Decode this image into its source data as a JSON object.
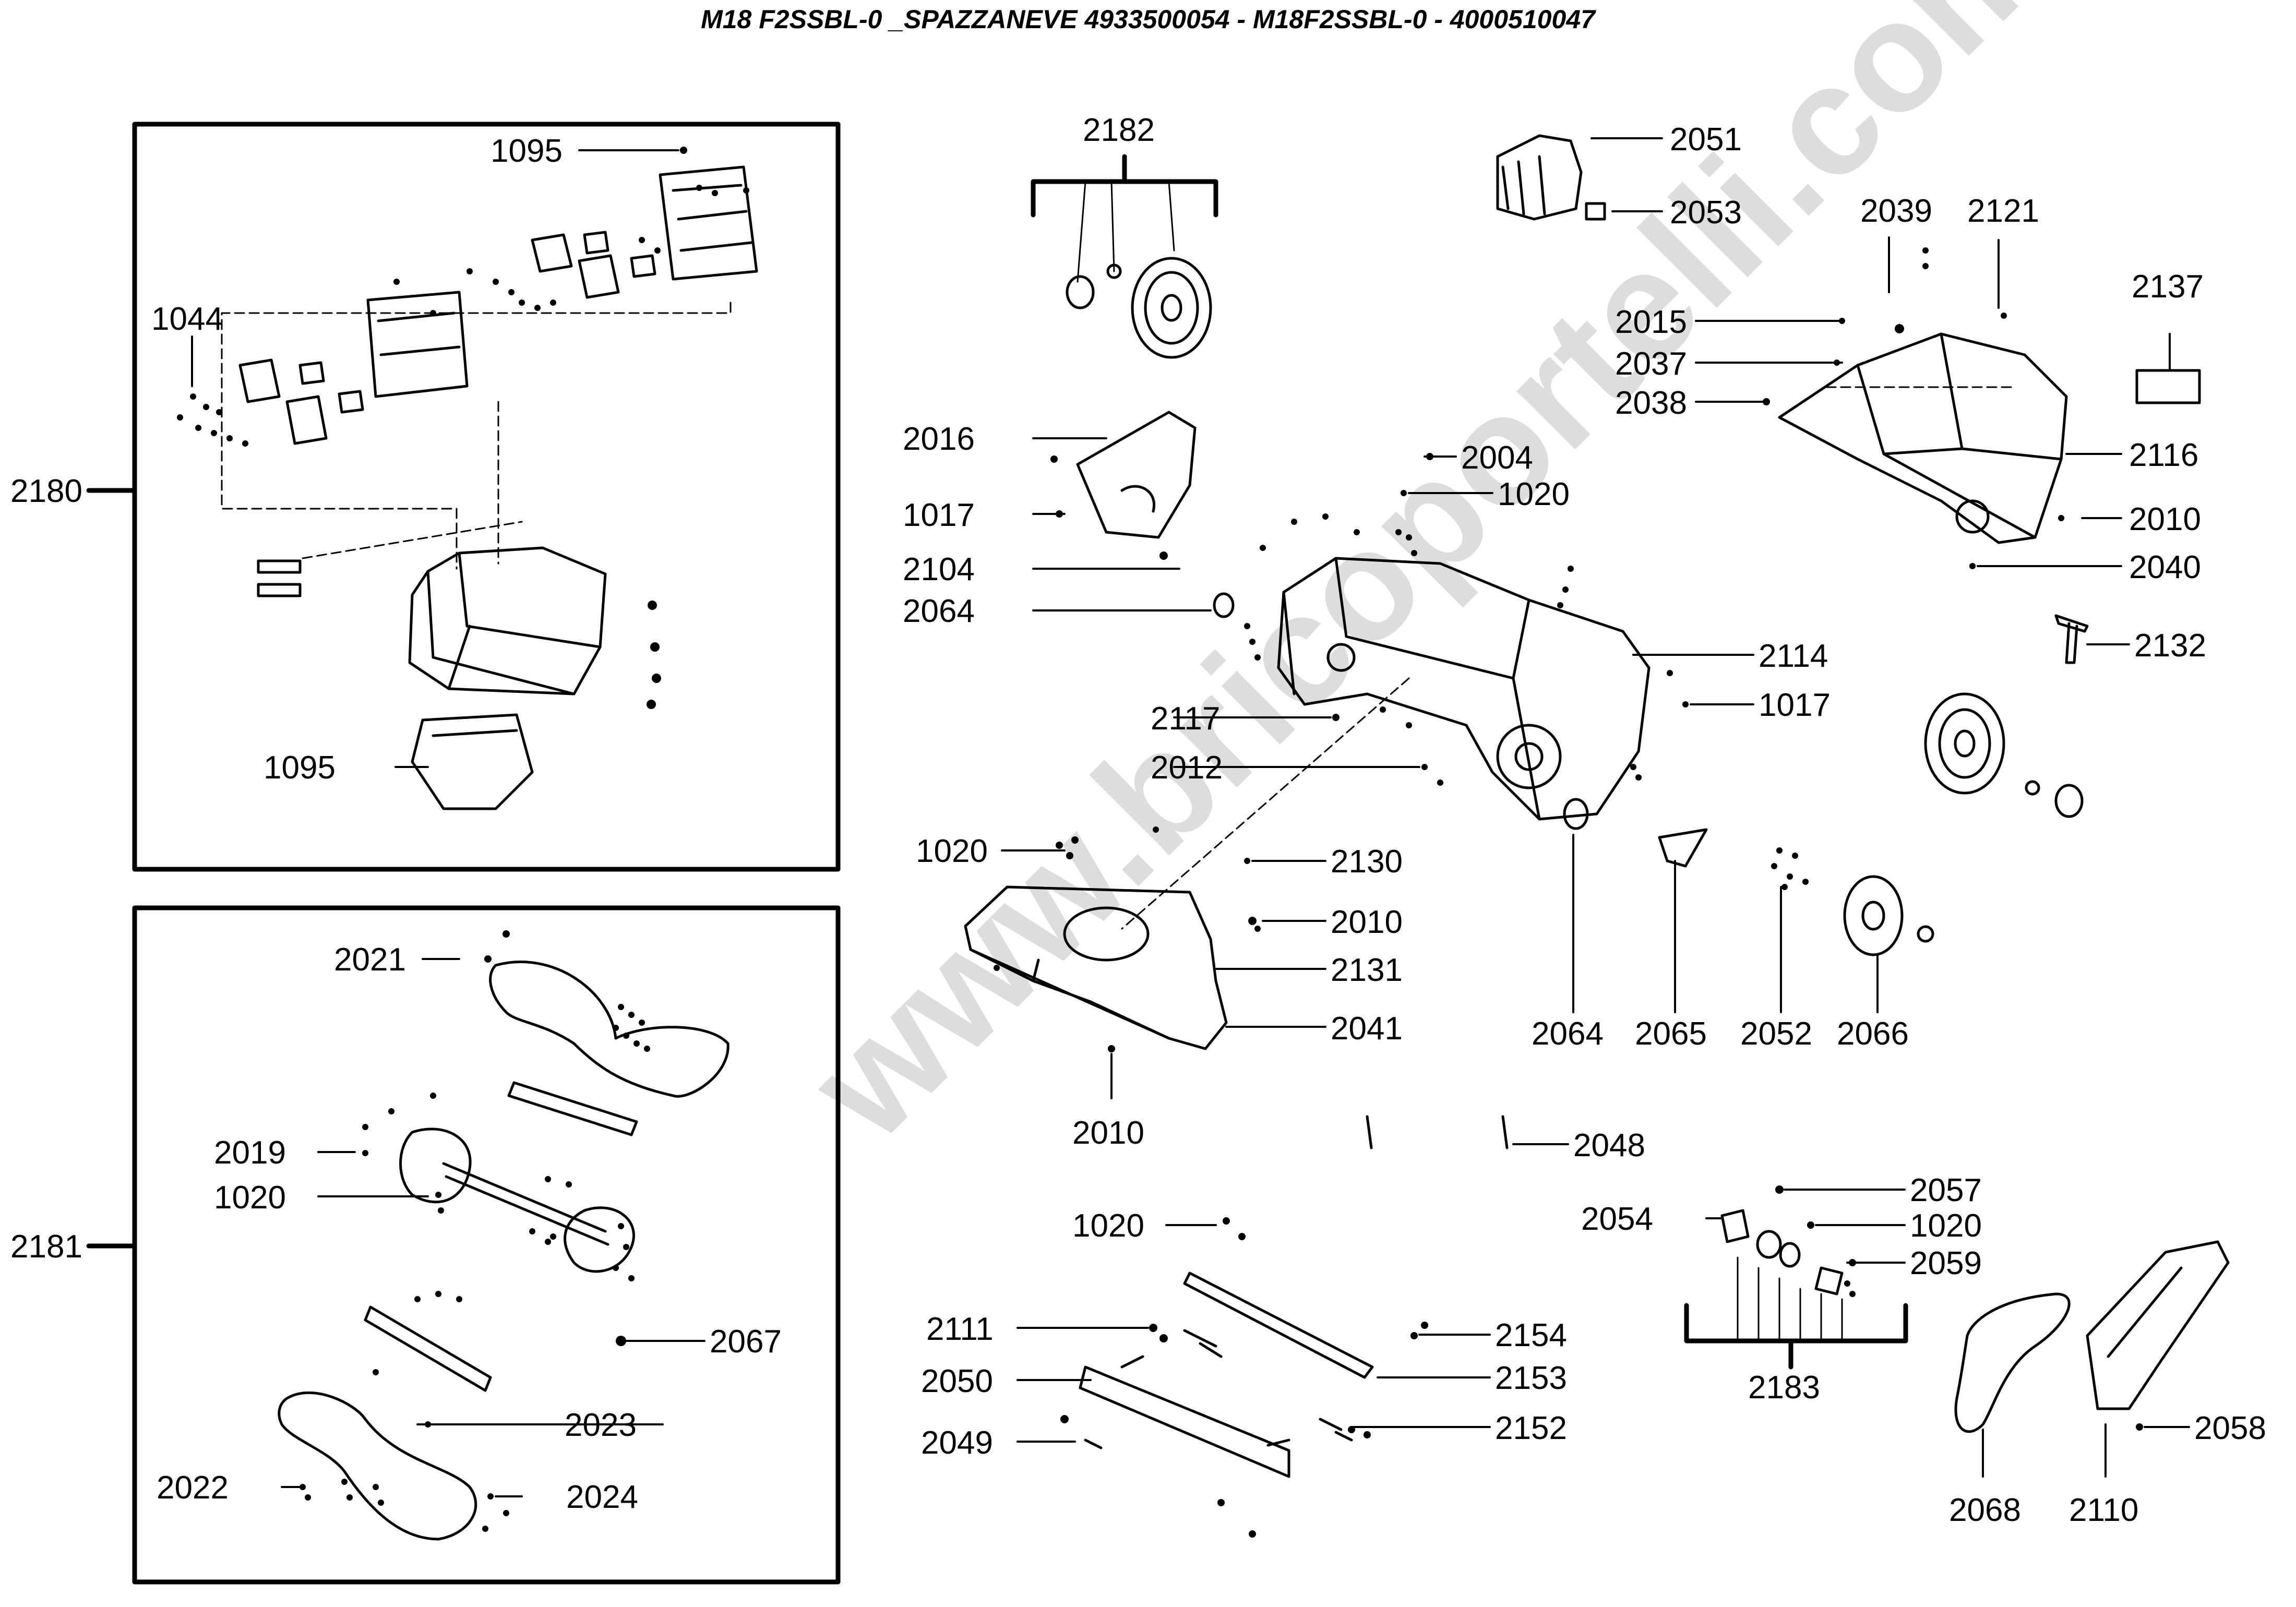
{
  "title": "M18 F2SSBL-0 _SPAZZANEVE 4933500054 - M18F2SSBL-0 - 4000510047",
  "watermark": "www.bricoportelli.com",
  "group_labels": {
    "g2180": "2180",
    "g2181": "2181",
    "g2182": "2182",
    "g2183": "2183"
  },
  "part_labels": {
    "p1095a": "1095",
    "p1044": "1044",
    "p1095b": "1095",
    "p2021": "2021",
    "p2019": "2019",
    "p1020a": "1020",
    "p2067": "2067",
    "p2023": "2023",
    "p2022": "2022",
    "p2024": "2024",
    "p2016": "2016",
    "p1017a": "1017",
    "p2104": "2104",
    "p2064a": "2064",
    "p2117": "2117",
    "p2012": "2012",
    "p1020b": "1020",
    "p2130": "2130",
    "p2010a": "2010",
    "p2131": "2131",
    "p2041": "2041",
    "p2010b": "2010",
    "p2004": "2004",
    "p1020c": "1020",
    "p2114": "2114",
    "p1017b": "1017",
    "p2051": "2051",
    "p2053": "2053",
    "p2039": "2039",
    "p2121": "2121",
    "p2137": "2137",
    "p2015": "2015",
    "p2037": "2037",
    "p2038": "2038",
    "p2116": "2116",
    "p2010c": "2010",
    "p2040": "2040",
    "p2132": "2132",
    "p2064b": "2064",
    "p2065": "2065",
    "p2052": "2052",
    "p2066": "2066",
    "p2048": "2048",
    "p1020d": "1020",
    "p2111": "2111",
    "p2050": "2050",
    "p2049": "2049",
    "p2154": "2154",
    "p2153": "2153",
    "p2152": "2152",
    "p2057": "2057",
    "p2054": "2054",
    "p1020e": "1020",
    "p2059": "2059",
    "p2068": "2068",
    "p2110": "2110",
    "p2058": "2058"
  }
}
